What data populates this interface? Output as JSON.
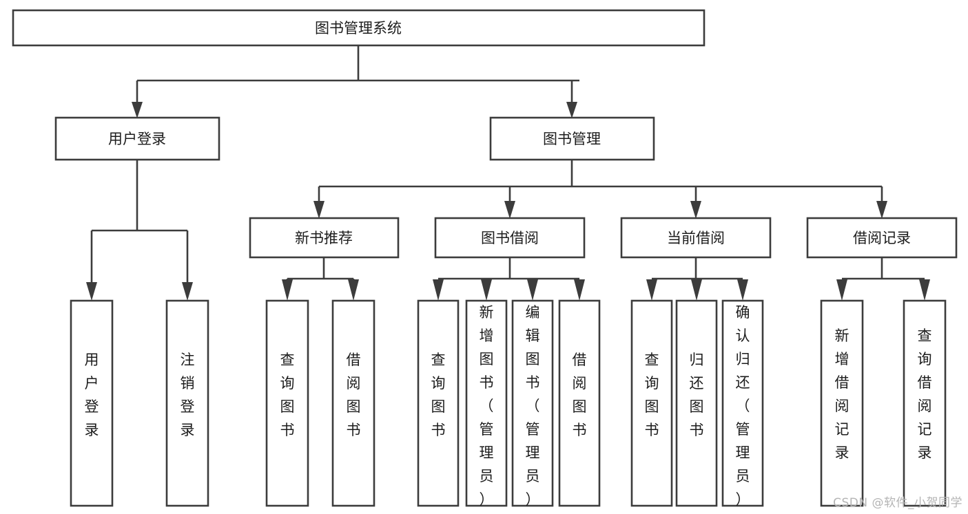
{
  "diagram": {
    "type": "tree-hierarchy",
    "title": "图书管理系统",
    "root": {
      "id": "root",
      "label": "图书管理系统",
      "orientation": "horizontal"
    },
    "level2": [
      {
        "id": "user-login",
        "label": "用户登录",
        "orientation": "horizontal"
      },
      {
        "id": "book-management",
        "label": "图书管理",
        "orientation": "horizontal"
      }
    ],
    "level3": [
      {
        "id": "new-book-recommend",
        "label": "新书推荐",
        "orientation": "horizontal",
        "parent": "book-management"
      },
      {
        "id": "book-borrow",
        "label": "图书借阅",
        "orientation": "horizontal",
        "parent": "book-management"
      },
      {
        "id": "current-borrow",
        "label": "当前借阅",
        "orientation": "horizontal",
        "parent": "book-management"
      },
      {
        "id": "borrow-record",
        "label": "借阅记录",
        "orientation": "horizontal",
        "parent": "book-management"
      }
    ],
    "leaves": [
      {
        "id": "leaf-user-login",
        "label": "用户登录",
        "orientation": "vertical",
        "parent": "user-login"
      },
      {
        "id": "leaf-user-logout",
        "label": "注销登录",
        "orientation": "vertical",
        "parent": "user-login"
      },
      {
        "id": "leaf-query-book-1",
        "label": "查询图书",
        "orientation": "vertical",
        "parent": "new-book-recommend"
      },
      {
        "id": "leaf-borrow-book-1",
        "label": "借阅图书",
        "orientation": "vertical",
        "parent": "new-book-recommend"
      },
      {
        "id": "leaf-query-book-2",
        "label": "查询图书",
        "orientation": "vertical",
        "parent": "book-borrow"
      },
      {
        "id": "leaf-add-book",
        "label": "新增图书（管理员）",
        "orientation": "vertical",
        "parent": "book-borrow"
      },
      {
        "id": "leaf-edit-book",
        "label": "编辑图书（管理员）",
        "orientation": "vertical",
        "parent": "book-borrow"
      },
      {
        "id": "leaf-borrow-book-2",
        "label": "借阅图书",
        "orientation": "vertical",
        "parent": "book-borrow"
      },
      {
        "id": "leaf-query-book-3",
        "label": "查询图书",
        "orientation": "vertical",
        "parent": "current-borrow"
      },
      {
        "id": "leaf-return-book",
        "label": "归还图书",
        "orientation": "vertical",
        "parent": "current-borrow"
      },
      {
        "id": "leaf-confirm-return",
        "label": "确认归还（管理员）",
        "orientation": "vertical",
        "parent": "current-borrow"
      },
      {
        "id": "leaf-add-record",
        "label": "新增借阅记录",
        "orientation": "vertical",
        "parent": "borrow-record"
      },
      {
        "id": "leaf-query-record",
        "label": "查询借阅记录",
        "orientation": "vertical",
        "parent": "borrow-record"
      }
    ]
  },
  "watermark": {
    "text": "CSDN @软件_小贺同学"
  },
  "colors": {
    "box_stroke": "#3c3c3c",
    "box_fill": "#ffffff",
    "connector": "#3c3c3c",
    "text": "#1c1c1c",
    "watermark": "#b4b4b4",
    "background": "#ffffff"
  }
}
